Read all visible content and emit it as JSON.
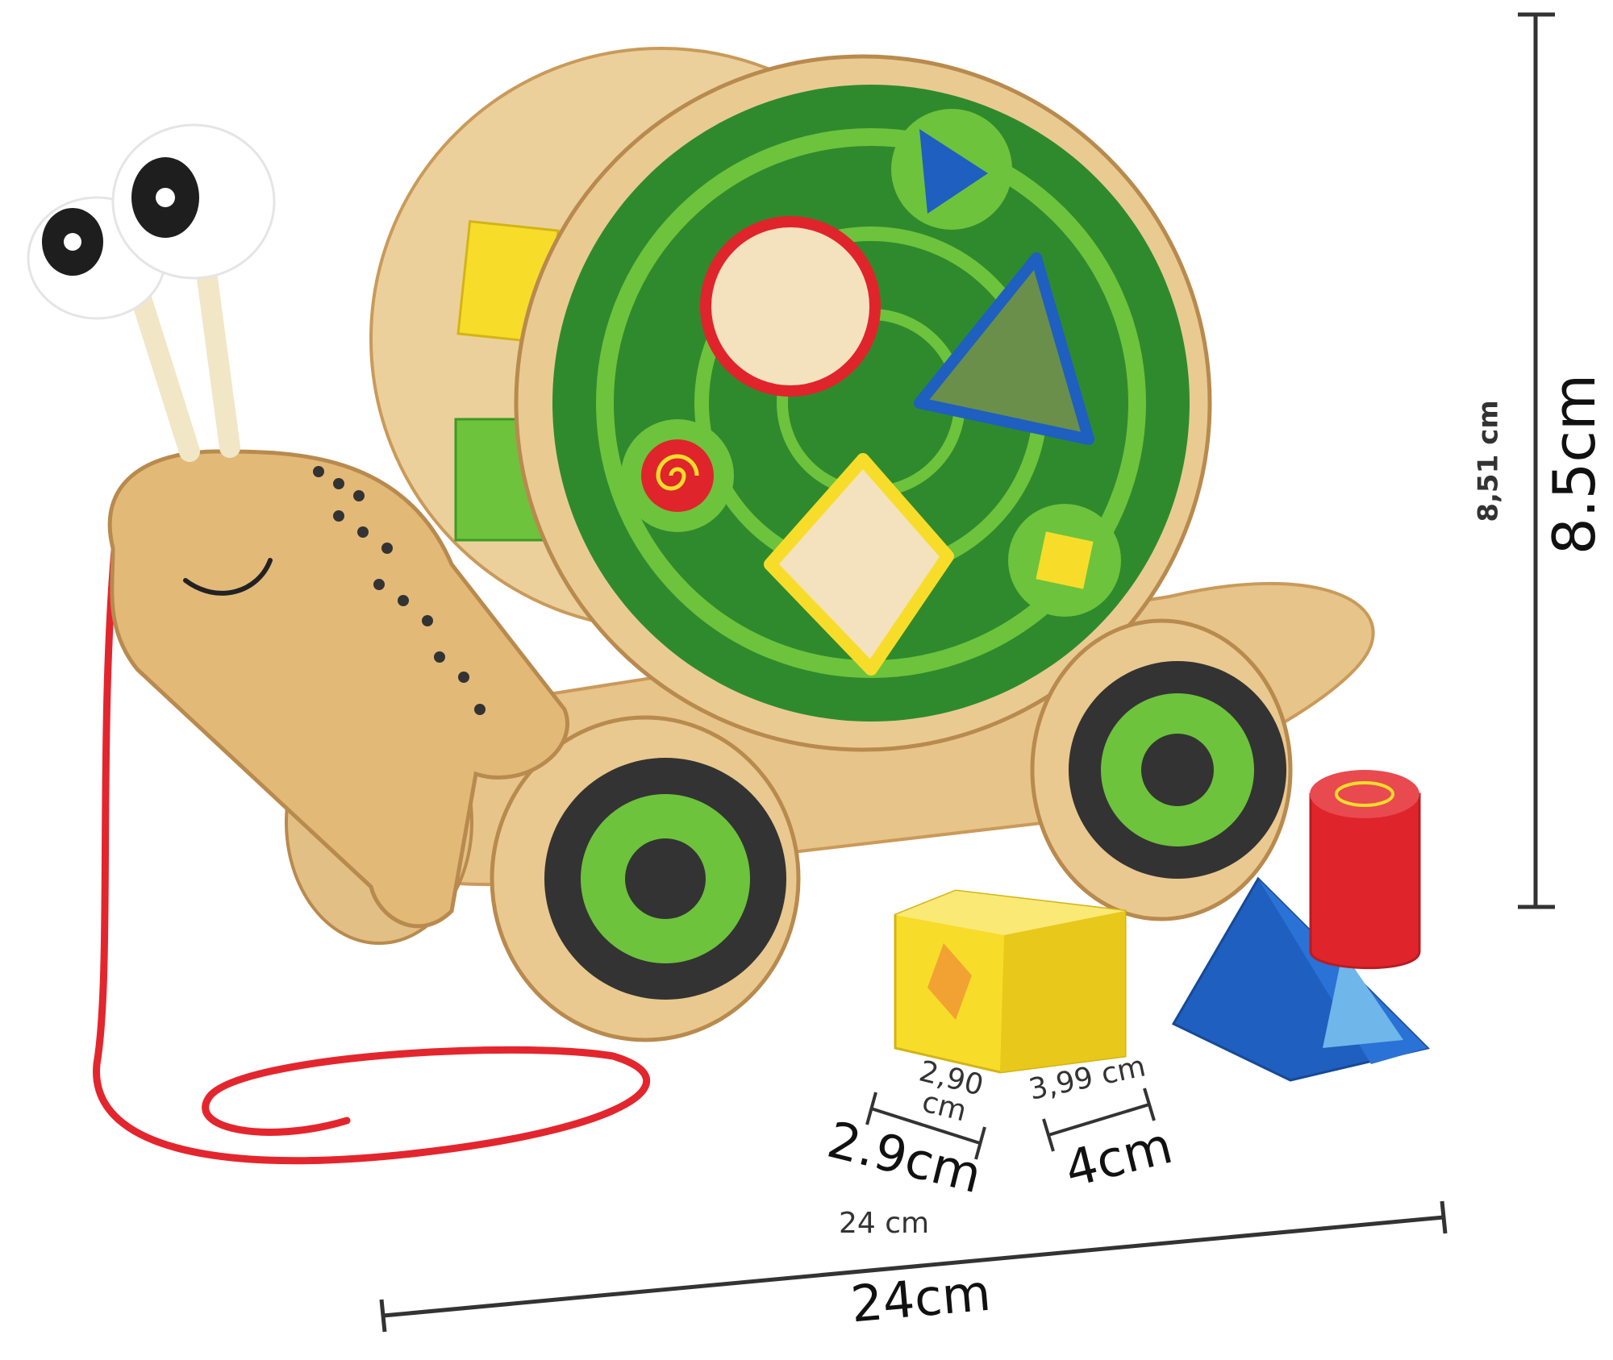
{
  "dimensions": {
    "height_small": "8,51 cm",
    "height_big": "8.5cm",
    "cube_small": "2,90 cm",
    "cube_big": "2.9cm",
    "prism_small": "3,99 cm",
    "prism_big": "4cm",
    "length_small": "24 cm",
    "length_big": "24cm"
  },
  "colors": {
    "wood": "#e9c98f",
    "wood_dark": "#c99a5a",
    "green_light": "#6dc33c",
    "green_dark": "#2f8a2e",
    "red": "#e0242b",
    "blue": "#1f5fbf",
    "yellow": "#f7dd2a",
    "cord": "#e3262e"
  }
}
